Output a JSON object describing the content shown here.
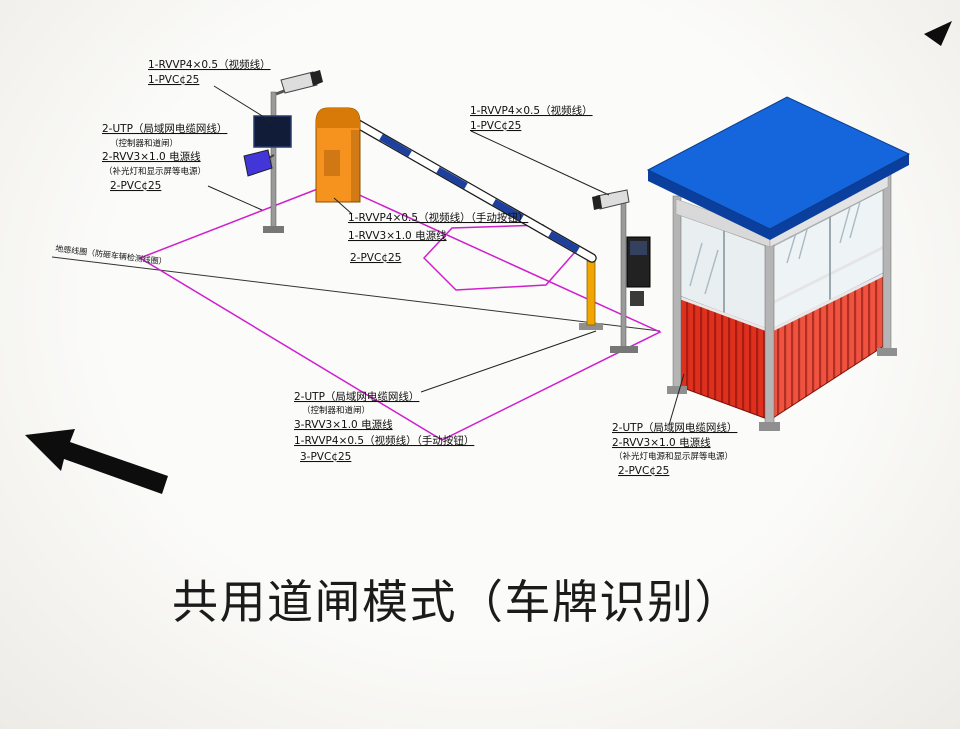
{
  "title": "共用道闸模式（车牌识别）",
  "colors": {
    "roof_blue": "#1565dd",
    "roof_edge": "#0b3f9e",
    "wall_red": "#df2f1d",
    "wall_red_light": "#ef5340",
    "cabinet_orange": "#f6921e",
    "boom_stripe_blue": "#1d3f9e",
    "lane_magenta": "#cf1fcf",
    "floodlight_blue": "#4236d8"
  },
  "labels": {
    "camera1": {
      "line1": "1-RVVP4×0.5（视频线）",
      "line2": "1-PVC¢25"
    },
    "pole1": {
      "line1": "2-UTP（局域网电缆网线）",
      "line2": "（控制器和道闸）",
      "line3": "2-RVV3×1.0 电源线",
      "line4": "（补光灯和显示屏等电源）",
      "line5": "2-PVC¢25"
    },
    "ground_loop": "地感线圈（防砸车辆检测线圈）",
    "barrier": {
      "line1": "1-RVVP4×0.5（视频线）（手动按钮）",
      "line2": "1-RVV3×1.0 电源线",
      "line3": "2-PVC¢25"
    },
    "camera2": {
      "line1": "1-RVVP4×0.5（视频线）",
      "line2": "1-PVC¢25"
    },
    "island": {
      "line1": "2-UTP（局域网电缆网线）",
      "line2": "（控制器和道闸）",
      "line3": "3-RVV3×1.0 电源线",
      "line4": "1-RVVP4×0.5（视频线）（手动按钮）",
      "line5": "3-PVC¢25"
    },
    "booth": {
      "line1": "2-UTP（局域网电缆网线）",
      "line2": "2-RVV3×1.0 电源线",
      "line3": "（补光灯电源和显示屏等电源）",
      "line4": "2-PVC¢25"
    }
  }
}
